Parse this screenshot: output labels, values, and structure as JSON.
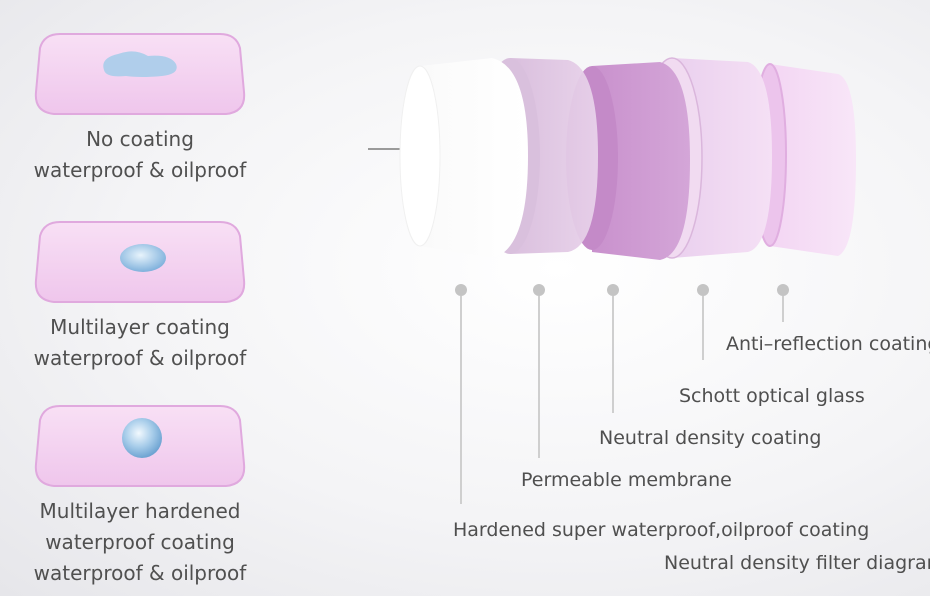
{
  "colors": {
    "plate_fill": "#f4d2f0",
    "plate_edge": "#e2aee0",
    "drop": "#9fc6e6",
    "layer_1": "#ffffff",
    "layer_2": "#dcbce0",
    "layer_3": "#c584c9",
    "layer_4": "#f0d2f0",
    "layer_5": "#f5dcf5",
    "pin": "#c8c8c8"
  },
  "samples": [
    {
      "lines": [
        "No coating",
        "waterproof & oilproof"
      ],
      "drop": "puddle"
    },
    {
      "lines": [
        "Multilayer coating",
        "waterproof & oilproof"
      ],
      "drop": "bead"
    },
    {
      "lines": [
        "Multilayer hardened",
        "waterproof coating",
        "waterproof & oilproof"
      ],
      "drop": "sphere"
    }
  ],
  "incoming_arrow": "arrow-right-icon",
  "layers": [
    {
      "label": "Hardened super waterproof,oilproof coating"
    },
    {
      "label": "Permeable membrane"
    },
    {
      "label": "Neutral density coating"
    },
    {
      "label": "Schott optical glass"
    },
    {
      "label": "Anti–reflection coating"
    }
  ],
  "footer": "Neutral density filter diagram"
}
